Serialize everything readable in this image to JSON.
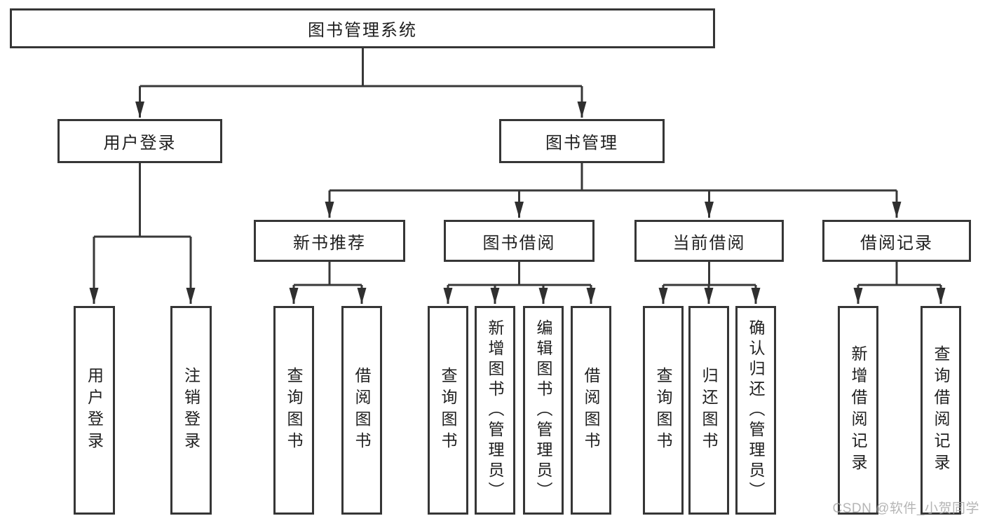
{
  "diagram": {
    "root": "图书管理系统",
    "level2": {
      "user_login": "用户登录",
      "book_management": "图书管理"
    },
    "level3": {
      "new_book_recommend": "新书推荐",
      "book_borrow": "图书借阅",
      "current_borrow": "当前借阅",
      "borrow_record": "借阅记录"
    },
    "leaves": {
      "user_login": "用户登录",
      "logout_login": "注销登录",
      "recommend_query_book": "查询图书",
      "recommend_borrow_book": "借阅图书",
      "borrow_query_book": "查询图书",
      "borrow_add_book_admin": "新增图书（管理员）",
      "borrow_edit_book_admin": "编辑图书（管理员）",
      "borrow_borrow_book": "借阅图书",
      "current_query_book": "查询图书",
      "current_return_book": "归还图书",
      "current_confirm_return_admin": "确认归还（管理员）",
      "record_add_borrow_record": "新增借阅记录",
      "record_query_borrow_record": "查询借阅记录"
    }
  },
  "watermark": "CSDN @软件_小贺同学",
  "colors": {
    "line": "#383838",
    "border": "#363636",
    "text": "#1f1f1f",
    "watermark": "#a8a8a8",
    "background": "#ffffff"
  }
}
